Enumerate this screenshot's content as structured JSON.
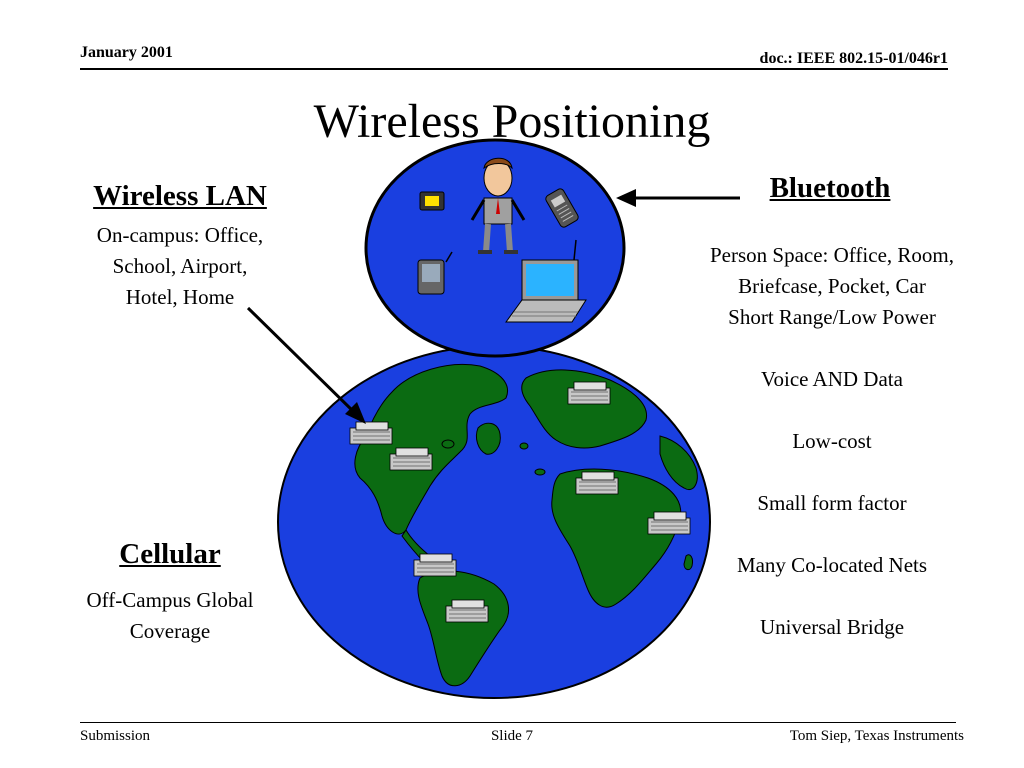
{
  "header": {
    "date": "January 2001",
    "doc_id": "doc.: IEEE 802.15-01/046r1"
  },
  "title": "Wireless Positioning",
  "wlan": {
    "heading": "Wireless LAN",
    "lines": [
      "On-campus: Office,",
      "School, Airport,",
      "Hotel, Home"
    ]
  },
  "cellular": {
    "heading": "Cellular",
    "lines": [
      "Off-Campus Global",
      "Coverage"
    ]
  },
  "bluetooth": {
    "heading": "Bluetooth",
    "items": [
      "Person Space: Office, Room, Briefcase, Pocket, Car",
      "Short Range/Low Power",
      "Voice AND Data",
      "Low-cost",
      "Small form factor",
      "Many Co-located Nets",
      "Universal Bridge"
    ]
  },
  "footer": {
    "left": "Submission",
    "center": "Slide 7",
    "right": "Tom Siep, Texas Instruments"
  },
  "colors": {
    "ocean": "#1a3fe0",
    "land": "#0b6b12",
    "bubble": "#1a3fe0"
  }
}
